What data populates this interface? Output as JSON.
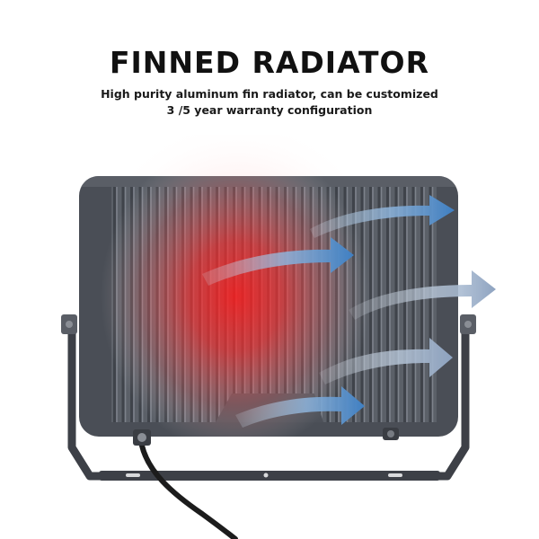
{
  "header": {
    "title": "FINNED RADIATOR",
    "subtitle_line1": "High purity aluminum fin radiator, can be customized",
    "subtitle_line2": "3 /5 year warranty configuration"
  },
  "colors": {
    "housing": "#4a4e56",
    "fins": "#6c717a",
    "heat_glow": "#ff2a2a",
    "airflow_arrow": "#4a86c5",
    "bracket": "#3d4047"
  },
  "illustration": {
    "product": "floodlight-housing",
    "icons": [
      "heat-glow",
      "airflow-arrow",
      "mounting-bracket",
      "power-cable"
    ]
  }
}
